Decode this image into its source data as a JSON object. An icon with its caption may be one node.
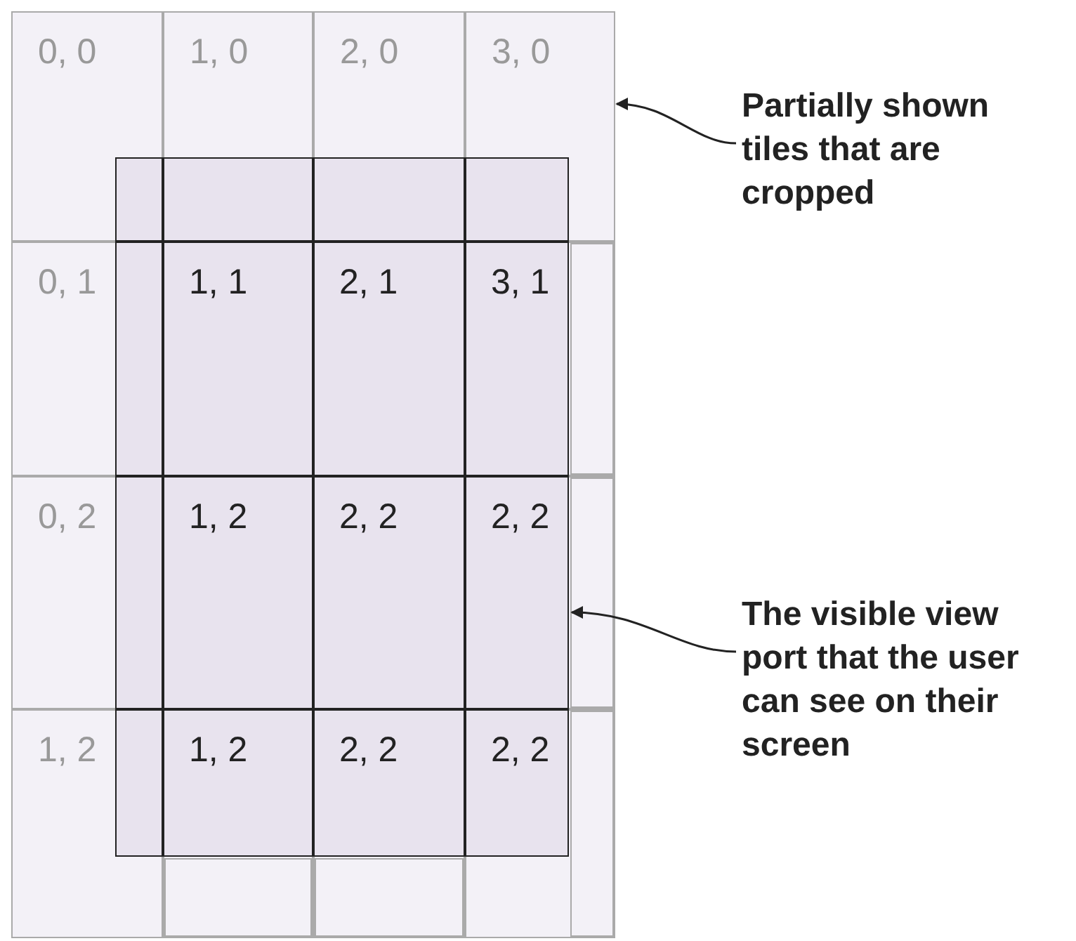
{
  "diagram": {
    "nodes": [
      {
        "text": [
          "0, 0"
        ]
      },
      {
        "text": [
          "1, 0"
        ]
      },
      {
        "text": [
          "2, 0"
        ]
      },
      {
        "text": [
          "3, 0"
        ]
      },
      {
        "text": [
          "0, 1"
        ]
      },
      {
        "text": [],
        "shape": "box"
      },
      {
        "text": [
          "0, 2"
        ]
      },
      {
        "text": [],
        "shape": "box"
      },
      {
        "text": [
          "1, 2"
        ]
      },
      {
        "text": [],
        "shape": "box"
      },
      {
        "text": [],
        "shape": "box"
      },
      {
        "text": [],
        "shape": "box"
      },
      {
        "text": [],
        "shape": "box"
      },
      {
        "text": [],
        "shape": "box",
        "in": 12
      },
      {
        "text": [],
        "shape": "box",
        "in": 12
      },
      {
        "text": [],
        "shape": "box",
        "in": 12
      },
      {
        "text": [],
        "shape": "box",
        "in": 12
      },
      {
        "text": [],
        "shape": "box",
        "in": 12
      },
      {
        "text": [
          "1, 1"
        ],
        "in": 12
      },
      {
        "text": [
          "2, 1"
        ],
        "in": 12
      },
      {
        "text": [
          "3, 1"
        ],
        "in": 12
      },
      {
        "text": [],
        "shape": "box",
        "in": 12
      },
      {
        "text": [
          "1, 2"
        ],
        "in": 12
      },
      {
        "text": [
          "2, 2"
        ],
        "in": 12
      },
      {
        "text": [
          "2, 2"
        ],
        "in": 12
      },
      {
        "text": [],
        "shape": "box",
        "in": 12
      },
      {
        "text": [
          "1, 2"
        ],
        "in": 12
      },
      {
        "text": [
          "2, 2"
        ],
        "in": 12
      },
      {
        "text": [
          "2, 2"
        ],
        "in": 12
      },
      {
        "text": [
          "Partially shown tiles that are cropped"
        ]
      },
      {
        "text": [
          "The visible view port that the user can see on their screen"
        ]
      }
    ],
    "edges": [
      {
        "from": 29,
        "to": 3,
        "arrow": "to"
      },
      {
        "from": 30,
        "to": 12,
        "arrow": "to"
      }
    ]
  }
}
